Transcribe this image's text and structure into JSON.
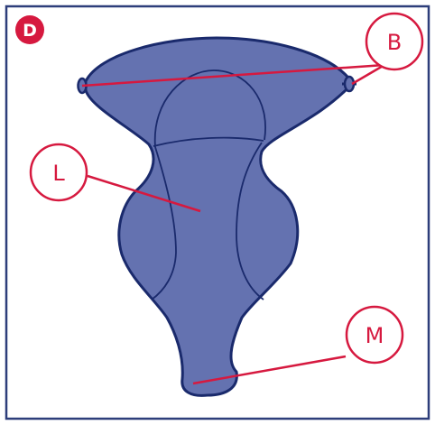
{
  "panel": {
    "badge": "D"
  },
  "callouts": {
    "b": {
      "label": "B"
    },
    "l": {
      "label": "L"
    },
    "m": {
      "label": "M"
    }
  },
  "colors": {
    "accent": "#d6193f",
    "shape_fill": "#6472b0",
    "shape_outline": "#1a2a6c",
    "frame": "#2d3e7a",
    "background": "#ffffff"
  }
}
